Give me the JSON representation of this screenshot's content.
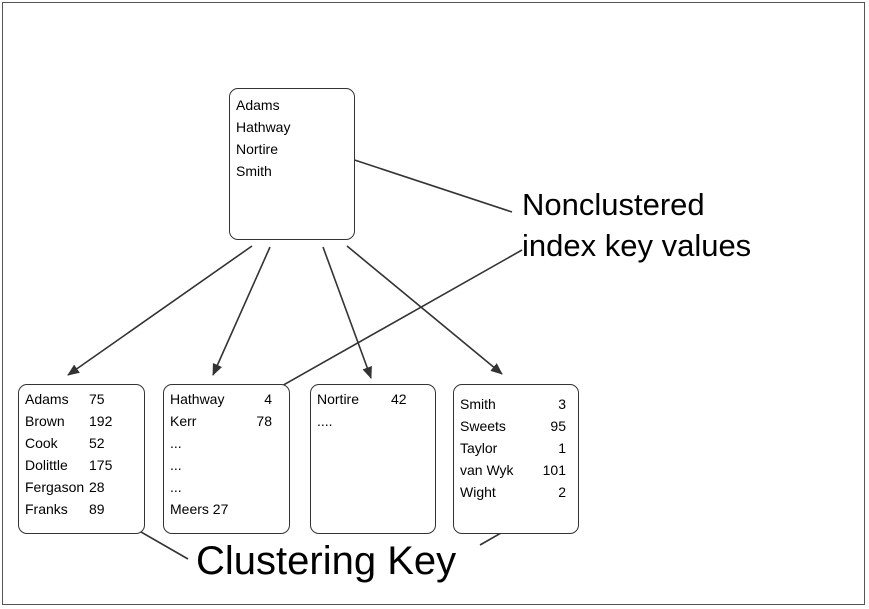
{
  "root_node": {
    "keys": [
      "Adams",
      "Hathway",
      "Nortire",
      "Smith"
    ]
  },
  "leaf_nodes": [
    {
      "rows": [
        {
          "name": "Adams",
          "value": "75"
        },
        {
          "name": "Brown",
          "value": "192"
        },
        {
          "name": "Cook",
          "value": "52"
        },
        {
          "name": "Dolittle",
          "value": "175"
        },
        {
          "name": "Fergason",
          "value": "28"
        },
        {
          "name": "Franks",
          "value": "89"
        }
      ]
    },
    {
      "rows": [
        {
          "name": "Hathway",
          "value": "4"
        },
        {
          "name": "Kerr",
          "value": "78"
        },
        {
          "name": "...",
          "value": ""
        },
        {
          "name": "...",
          "value": ""
        },
        {
          "name": "...",
          "value": ""
        },
        {
          "name": "Meers 27",
          "value": ""
        }
      ]
    },
    {
      "rows": [
        {
          "name": "Nortire",
          "value": "42"
        },
        {
          "name": "....",
          "value": ""
        }
      ]
    },
    {
      "rows": [
        {
          "name": "Smith",
          "value": "3"
        },
        {
          "name": "Sweets",
          "value": "95"
        },
        {
          "name": "Taylor",
          "value": "1"
        },
        {
          "name": "van Wyk",
          "value": "101"
        },
        {
          "name": "Wight",
          "value": "2"
        }
      ]
    }
  ],
  "labels": {
    "nonclustered_line1": "Nonclustered",
    "nonclustered_line2": "index key values",
    "clustering_key": "Clustering Key"
  },
  "colors": {
    "line": "#333333",
    "text": "#000000",
    "background": "#ffffff"
  }
}
